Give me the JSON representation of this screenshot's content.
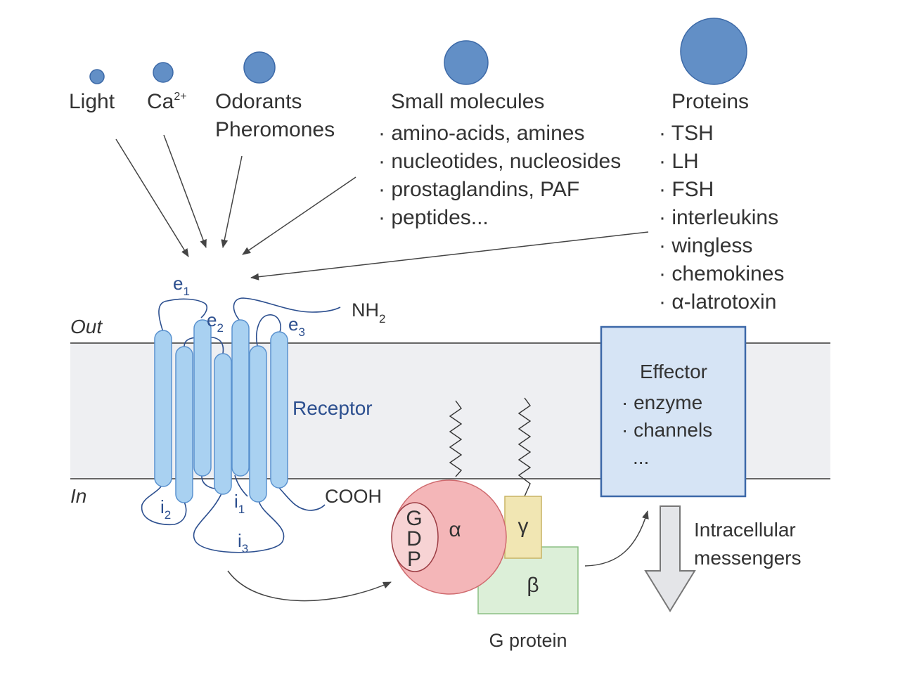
{
  "ligands": {
    "light": "Light",
    "calcium": "Ca",
    "calcium_sup": "2+",
    "odorants": "Odorants",
    "pheromones": "Pheromones",
    "small_molecules": {
      "title": "Small molecules",
      "items": [
        "· amino-acids, amines",
        "· nucleotides, nucleosides",
        "· prostaglandins, PAF",
        "· peptides..."
      ]
    },
    "proteins": {
      "title": "Proteins",
      "items": [
        "· TSH",
        "· LH",
        "· FSH",
        "· interleukins",
        "· wingless",
        "· chemokines",
        "· α-latrotoxin"
      ]
    }
  },
  "membrane": {
    "out_label": "Out",
    "in_label": "In"
  },
  "receptor": {
    "label": "Receptor",
    "nh2": "NH",
    "nh2_sub": "2",
    "cooh": "COOH",
    "loops": {
      "e1": "e",
      "e1_sub": "1",
      "e2": "e",
      "e2_sub": "2",
      "e3": "e",
      "e3_sub": "3",
      "i1": "i",
      "i1_sub": "1",
      "i2": "i",
      "i2_sub": "2",
      "i3": "i",
      "i3_sub": "3"
    }
  },
  "g_protein": {
    "label": "G protein",
    "alpha": "α",
    "beta": "β",
    "gamma": "γ",
    "gdp": [
      "G",
      "D",
      "P"
    ]
  },
  "effector": {
    "title": "Effector",
    "items": [
      "· enzyme",
      "· channels",
      "..."
    ]
  },
  "messengers": {
    "line1": "Intracellular",
    "line2": "messengers"
  },
  "colors": {
    "ligand": "#628fc6",
    "membrane": "#eeeff2",
    "helix": "#a9d1f1",
    "helix_stroke": "#5a92cf",
    "alpha": "#f4b6b8",
    "gamma": "#f1e6b3",
    "beta": "#dcefd8",
    "effector": "#d6e4f5",
    "effector_stroke": "#3c68a8"
  }
}
